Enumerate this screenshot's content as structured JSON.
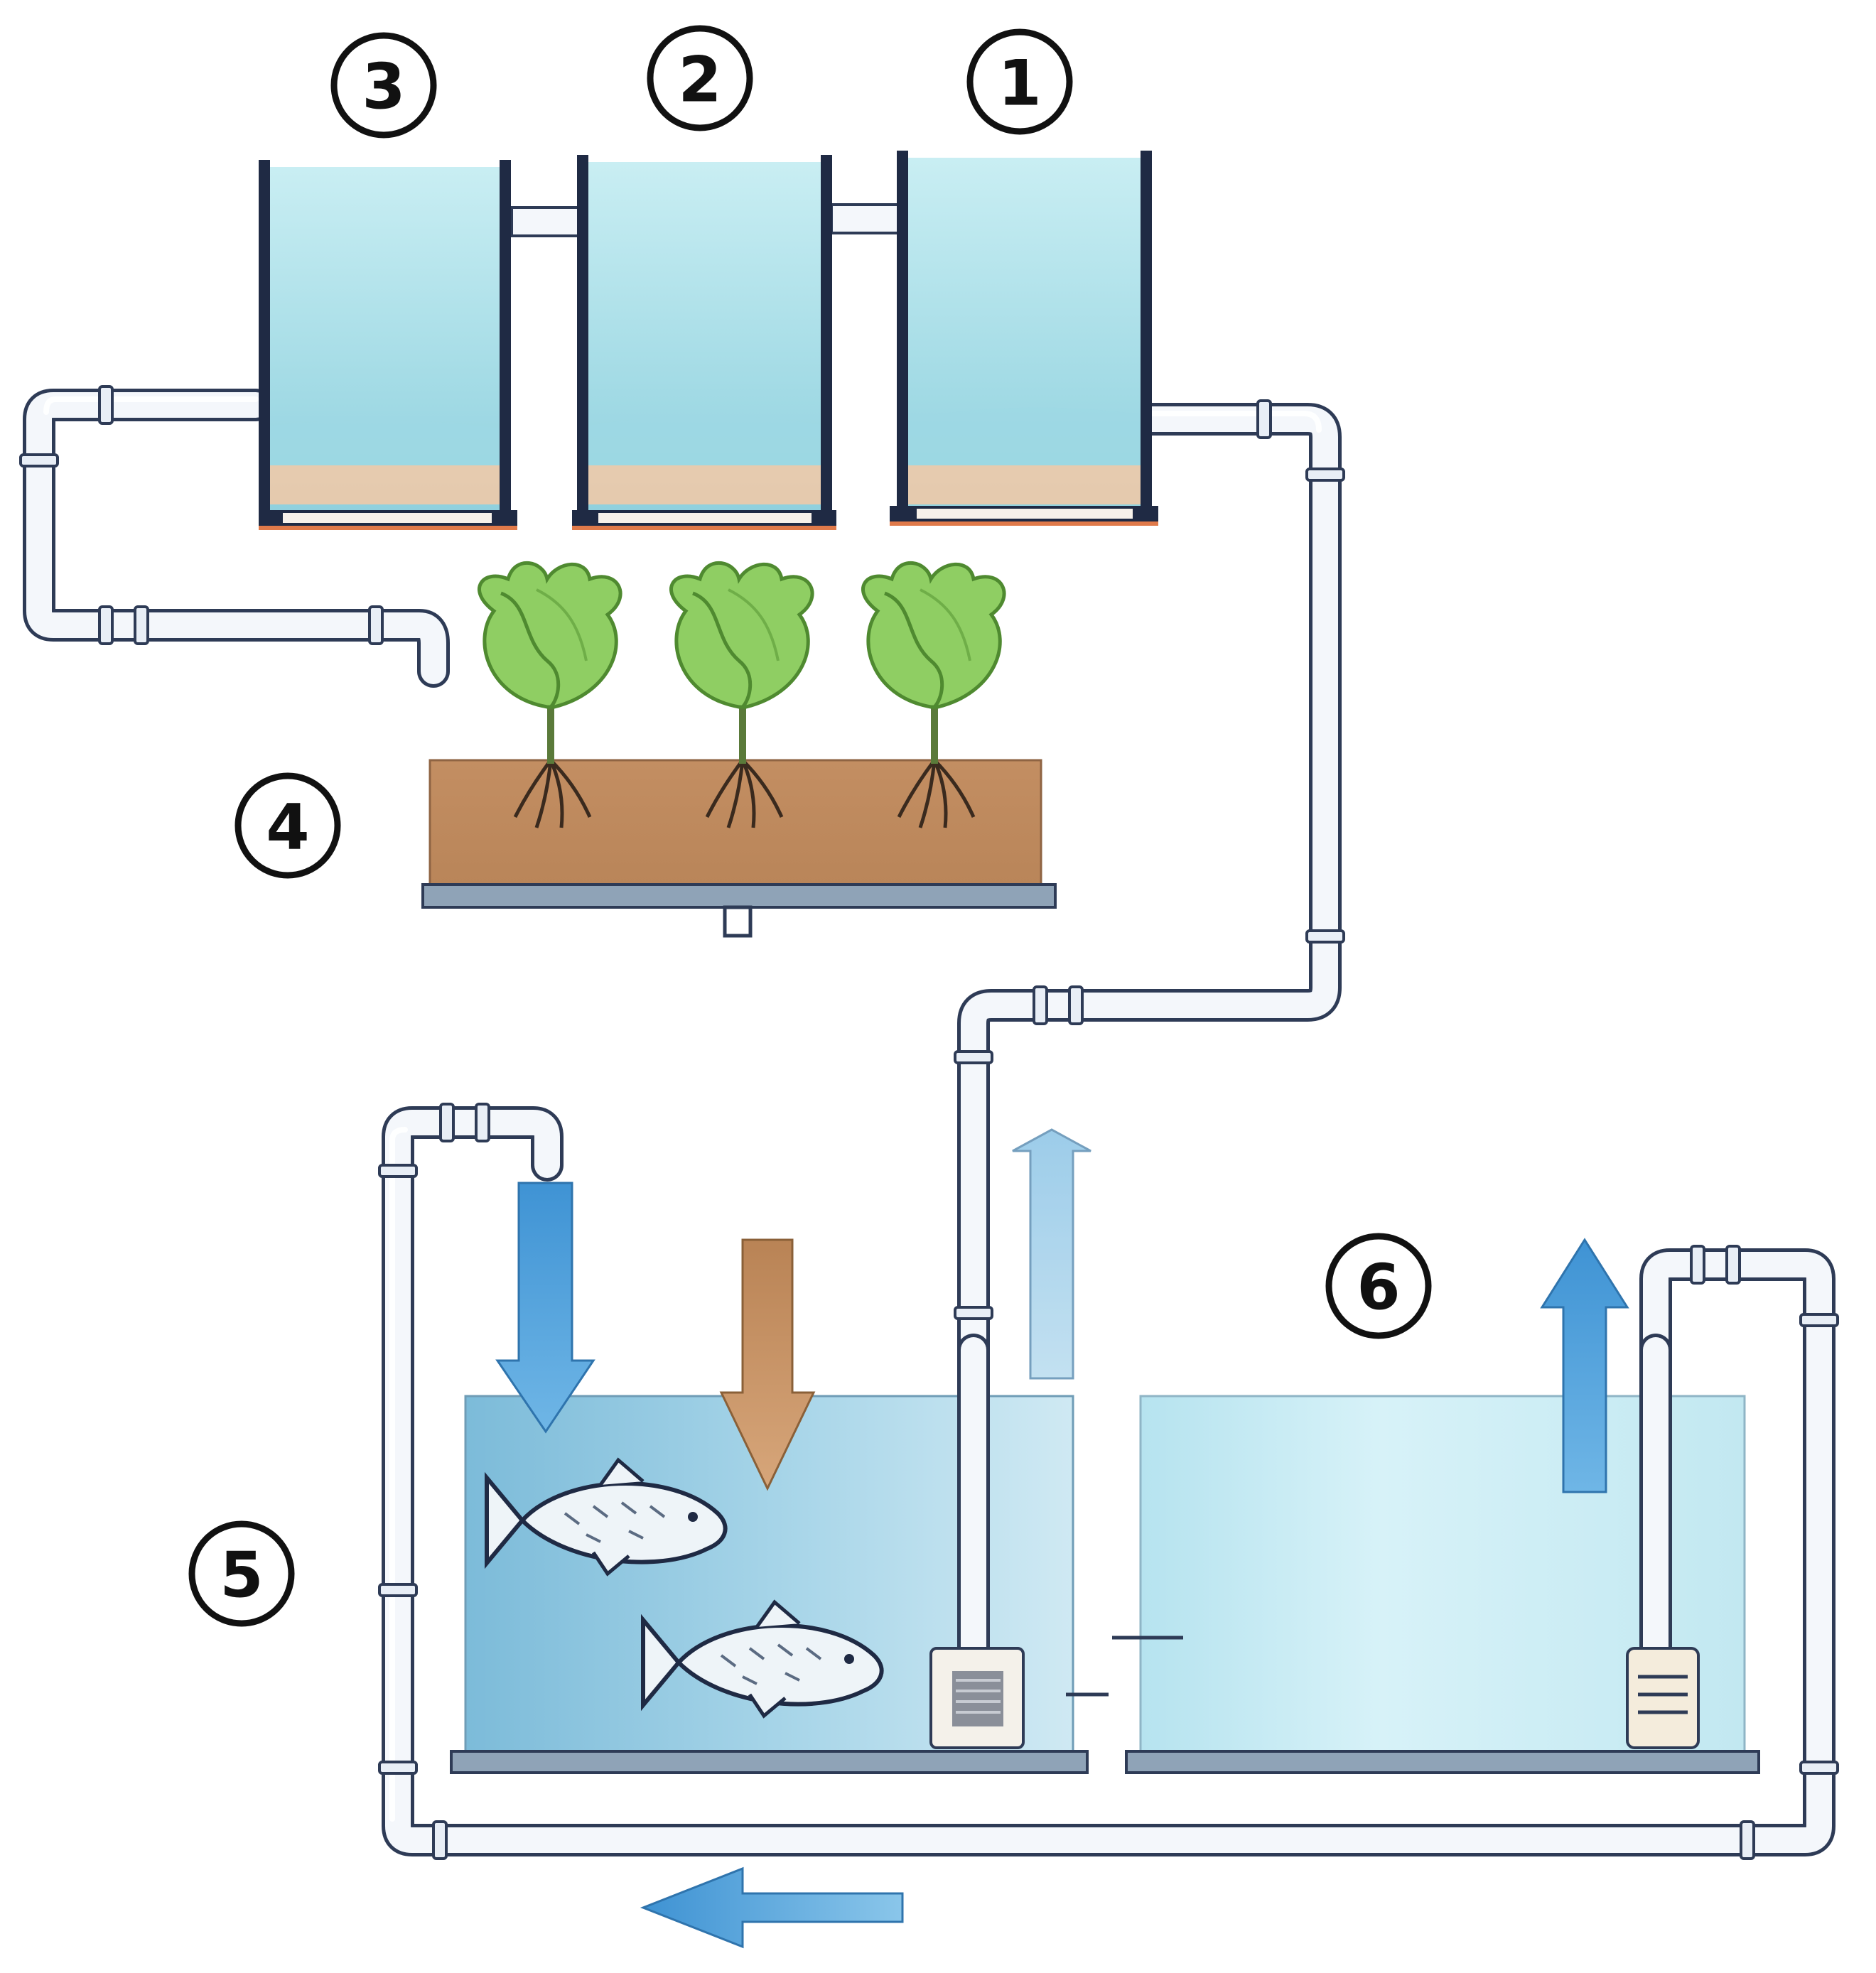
{
  "labels": {
    "n1": "1",
    "n2": "2",
    "n3": "3",
    "n4": "4",
    "n5": "5",
    "n6": "6"
  },
  "colors": {
    "water_light": "#a8dde6",
    "water_tank_fish": "#8ec8df",
    "water_tank_sump": "#c6ecf4",
    "tank_frame": "#1f2a44",
    "substrate": "#f3c9a6",
    "grow_bed": "#c89468",
    "plant_leaf": "#7fc25a",
    "arrow_blue": "#4fa3dc",
    "arrow_brown": "#c08a5a",
    "pipe": "#f4f7fb"
  },
  "icons": {
    "plant": "lettuce-plant-icon",
    "fish": "fish-icon",
    "pump": "pump-icon"
  }
}
